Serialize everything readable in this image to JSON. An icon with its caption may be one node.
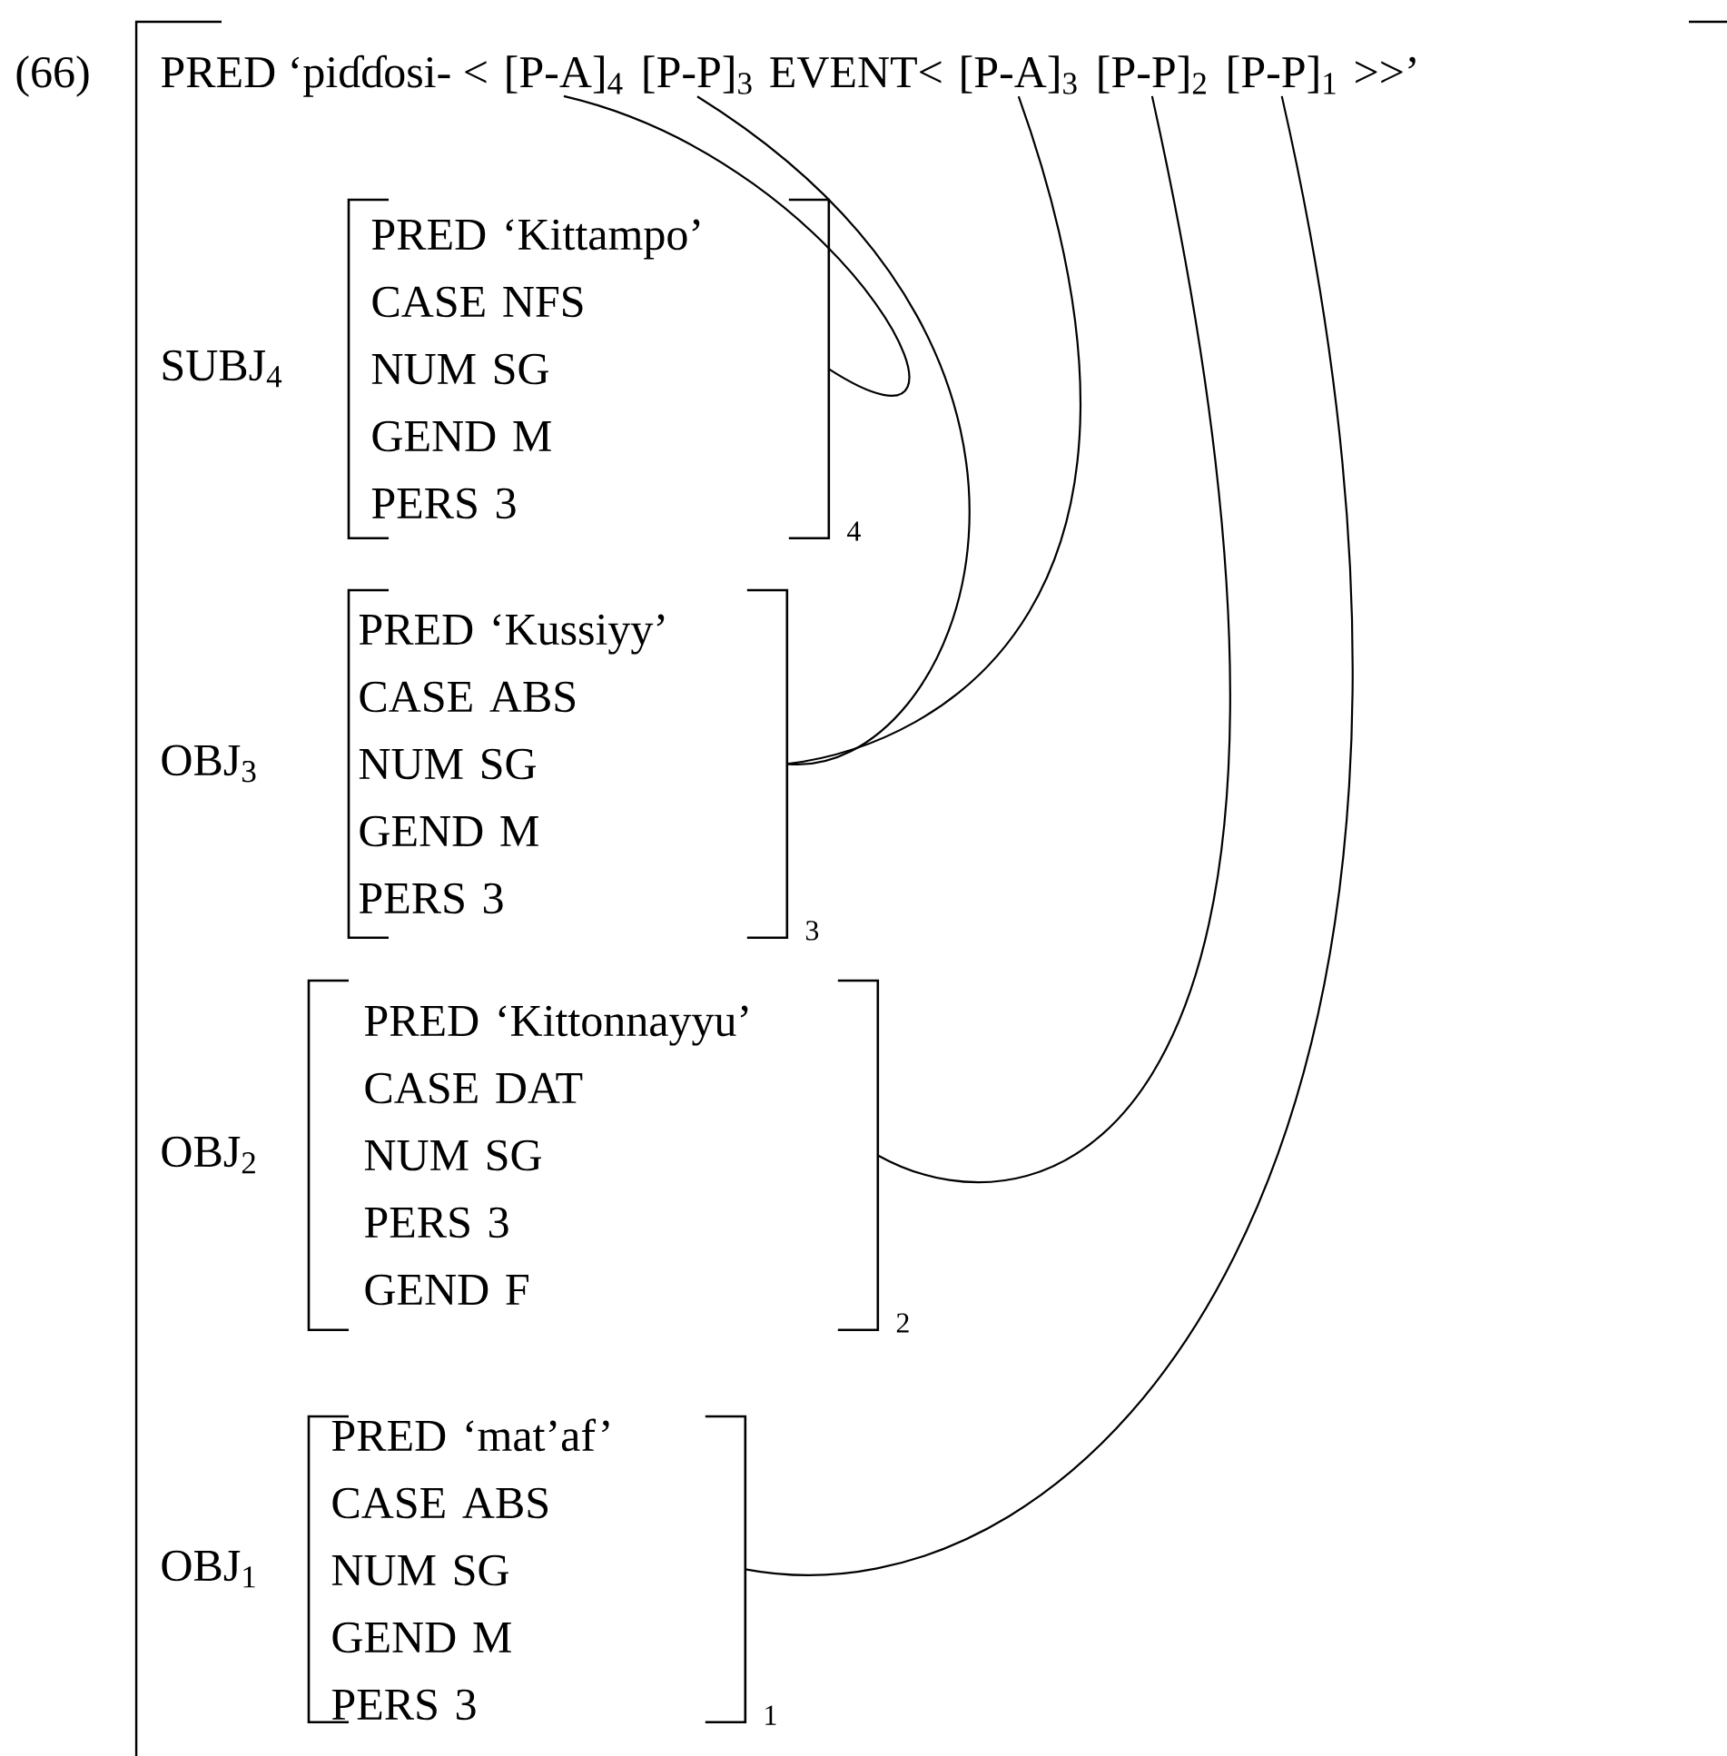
{
  "diagram": {
    "nodes": [
      {
        "text": [
          "[P-A]$_{4}$"
        ]
      },
      {
        "text": [
          "[P-P]$_{3}$"
        ]
      },
      {
        "text": [
          "[P-A]$_{3}$"
        ]
      },
      {
        "text": [
          "[P-P]$_{2}$"
        ]
      },
      {
        "text": [
          "[P-P]$_{1}$"
        ]
      },
      {
        "text": [
          "PRED ‘Kittampo’",
          "CASE NFS",
          "NUM SG",
          "GEND M",
          "PERS 3"
        ],
        "beside": [
          "SUBJ$_{4}$",
          "4"
        ]
      },
      {
        "text": [
          "PRED ‘Kussiyy’",
          "CASE ABS",
          "NUM SG",
          "GEND M",
          "PERS 3"
        ],
        "beside": [
          "OBJ$_{3}$",
          "3"
        ]
      },
      {
        "text": [
          "PRED ‘Kittonnayyu’",
          "CASE DAT",
          "NUM SG",
          "PERS 3",
          "GEND F"
        ],
        "beside": [
          "OBJ$_{2}$",
          "2"
        ]
      },
      {
        "text": [
          "PRED ‘mat’af’",
          "CASE ABS",
          "NUM SG",
          "GEND M",
          "PERS 3"
        ],
        "beside": [
          "OBJ$_{1}$",
          "1"
        ]
      }
    ],
    "edges": [
      {
        "from": 0,
        "to": 5,
        "arrow": "none"
      },
      {
        "from": 1,
        "to": 6,
        "arrow": "none"
      },
      {
        "from": 2,
        "to": 6,
        "arrow": "none"
      },
      {
        "from": 3,
        "to": 7,
        "arrow": "none"
      },
      {
        "from": 4,
        "to": 8,
        "arrow": "none"
      }
    ],
    "labels": [
      "(66)",
      "PRED ‘piɗɗosi- <",
      "EVENT<",
      ">>’"
    ]
  }
}
